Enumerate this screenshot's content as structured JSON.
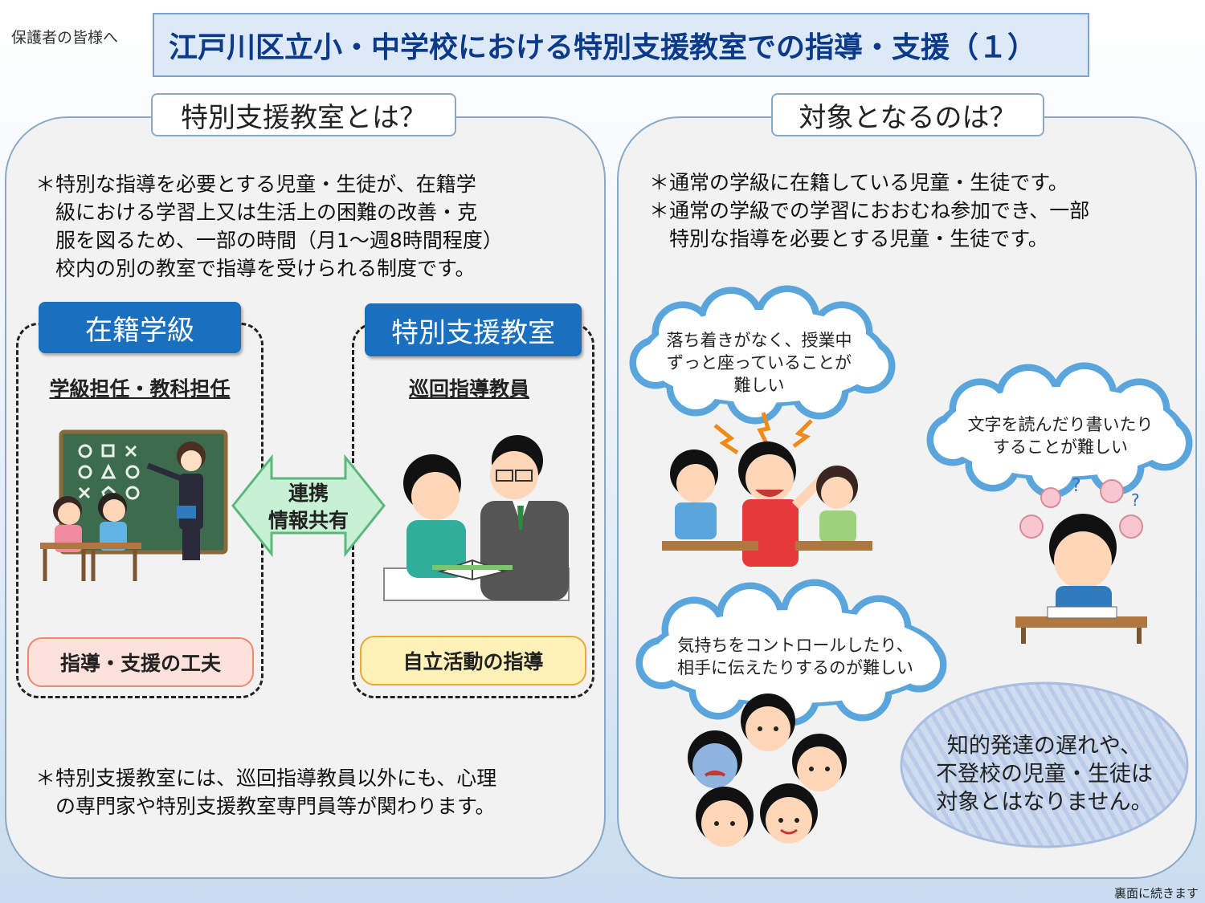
{
  "header": {
    "addressee": "保護者の皆様へ",
    "title": "江戸川区立小・中学校における特別支援教室での指導・支援（１）"
  },
  "left_panel": {
    "heading": "特別支援教室とは？",
    "intro_lines": [
      "＊特別な指導を必要とする児童・生徒が、在籍学",
      "級における学習上又は生活上の困難の改善・克",
      "服を図るため、一部の時間（月1～週8時間程度）",
      "校内の別の教室で指導を受けられる制度です。"
    ],
    "box_a": {
      "label": "在籍学級",
      "role": "学級担任・教科担任",
      "pill": "指導・支援の工夫"
    },
    "box_b": {
      "label": "特別支援教室",
      "role": "巡回指導教員",
      "pill": "自立活動の指導"
    },
    "arrow_lines": [
      "連携",
      "情報共有"
    ],
    "footnote_lines": [
      "＊特別支援教室には、巡回指導教員以外にも、心理",
      "の専門家や特別支援教室専門員等が関わります。"
    ]
  },
  "right_panel": {
    "heading": "対象となるのは？",
    "target_lines": [
      "＊通常の学級に在籍している児童・生徒です。",
      "＊通常の学級での学習におおむね参加でき、一部",
      "特別な指導を必要とする児童・生徒です。"
    ],
    "clouds": [
      {
        "lines": [
          "落ち着きがなく、授業中",
          "ずっと座っていることが",
          "難しい"
        ]
      },
      {
        "lines": [
          "文字を読んだり書いたり",
          "することが難しい"
        ]
      },
      {
        "lines": [
          "気持ちをコントロールしたり、",
          "相手に伝えたりするのが難しい"
        ]
      }
    ],
    "exclusion_lines": [
      "知的発達の遅れや、",
      "不登校の児童・生徒は",
      "対象とはなりません。"
    ]
  },
  "footer": {
    "continued": "裏面に続きます"
  },
  "colors": {
    "title_text": "#0b3a8a",
    "label_blue": "#1a6fbe",
    "pill_pink": "#fde2dc",
    "pill_yellow": "#fff1b8",
    "cloud_blue": "#5aa6dc",
    "arrow_green": "#8fd0a0"
  }
}
